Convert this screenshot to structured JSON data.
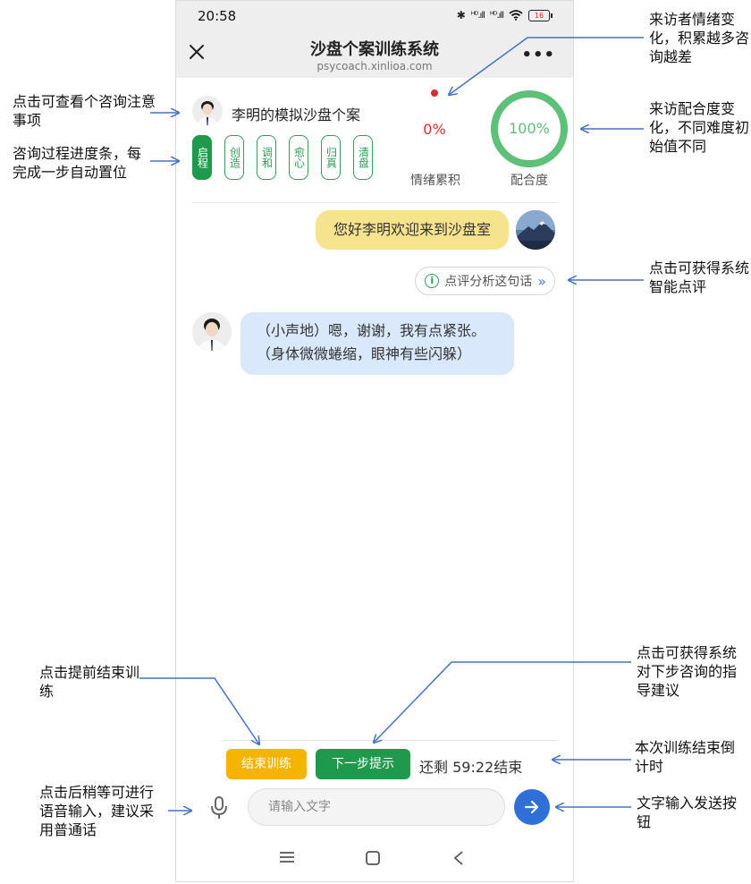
{
  "status_bar": {
    "time": "20:58",
    "signal_1": "ᴴᴰ.ıll",
    "signal_2": "ᴴᴰ.ıll",
    "battery": "16"
  },
  "title_bar": {
    "title": "沙盘个案训练系统",
    "url": "psycoach.xinlioa.com",
    "more": "•••"
  },
  "header": {
    "client_case": "李明的模拟沙盘个案",
    "steps": [
      {
        "label": "启程",
        "active": true
      },
      {
        "label": "创造",
        "active": false
      },
      {
        "label": "调和",
        "active": false
      },
      {
        "label": "愈心",
        "active": false
      },
      {
        "label": "归真",
        "active": false
      },
      {
        "label": "清盘",
        "active": false
      }
    ],
    "emotion_value": "0%",
    "emotion_label": "情绪累积",
    "cooperation_value": "100%",
    "cooperation_label": "配合度",
    "cooperation_fraction": 1.0
  },
  "chat": {
    "counselor_message": "您好李明欢迎来到沙盘室",
    "review_button": "点评分析这句话",
    "client_message": "（小声地）嗯，谢谢，我有点紧张。（身体微微蜷缩，眼神有些闪躲）"
  },
  "controls": {
    "end_button": "结束训练",
    "hint_button": "下一步提示",
    "timer": "还剩 59:22结束",
    "input_placeholder": "请输入文字"
  },
  "annotations": {
    "emotion_note": "来访者情绪变化，积累越多咨询越差",
    "case_note": "点击可查看个咨询注意事项",
    "progress_note": "咨询过程进度条，每完成一步自动置位",
    "cooperation_note": "来访配合度变化，不同难度初始值不同",
    "review_note": "点击可获得系统智能点评",
    "end_note": "点击提前结束训练",
    "hint_note": "点击可获得系统对下步咨询的指导建议",
    "timer_note": "本次训练结束倒计时",
    "voice_note": "点击后稍等可进行语音输入，建议采用普通话",
    "send_note": "文字输入发送按钮"
  },
  "colors": {
    "green": "#1f9a4c",
    "ring_green": "#5fc079",
    "emotion_red": "#d32f2f",
    "yellow": "#f5b400",
    "counselor_bubble": "#f6e38e",
    "client_bubble": "#d9e8fb",
    "send_blue": "#2f6fd8",
    "arrow_blue": "#4472c4"
  }
}
